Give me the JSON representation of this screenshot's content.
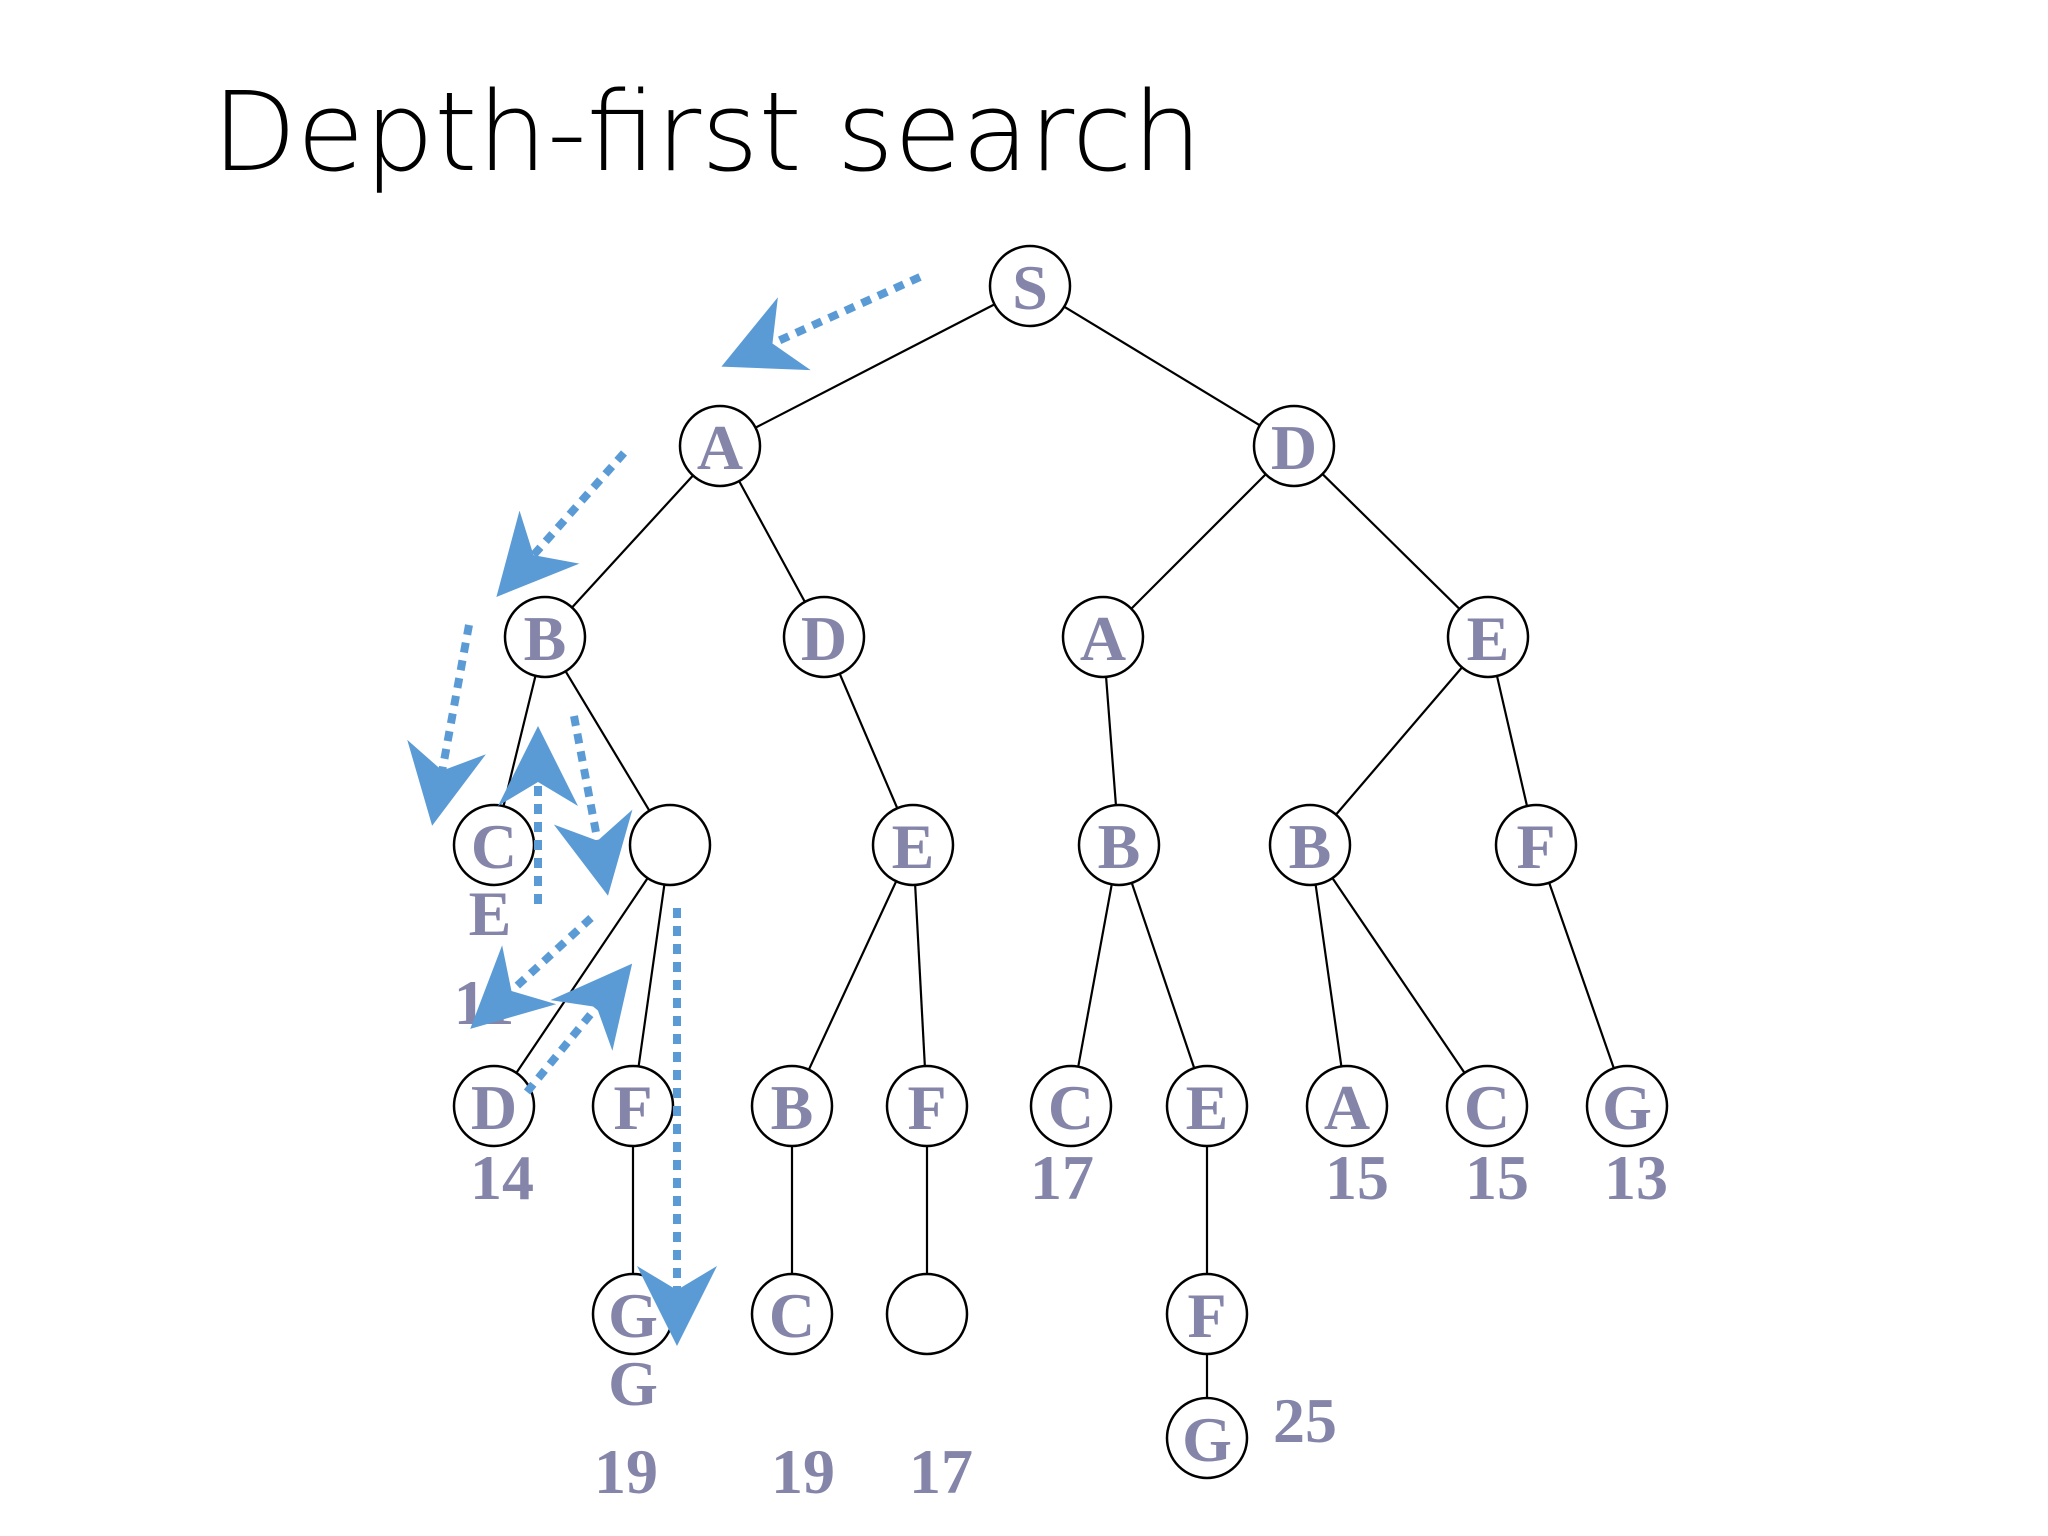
{
  "slide": {
    "title": "Depth-first search"
  },
  "colors": {
    "label": "#8585aa",
    "trace": "#5b9bd5",
    "edge": "#000000"
  },
  "nodes": [
    {
      "id": "S",
      "label": "S"
    },
    {
      "id": "A1",
      "label": "A"
    },
    {
      "id": "D1",
      "label": "D"
    },
    {
      "id": "B1",
      "label": "B"
    },
    {
      "id": "D2",
      "label": "D"
    },
    {
      "id": "A2",
      "label": "A"
    },
    {
      "id": "E1",
      "label": "E"
    },
    {
      "id": "C1",
      "label": "C"
    },
    {
      "id": "X1",
      "label": ""
    },
    {
      "id": "E2",
      "label": "E"
    },
    {
      "id": "B2",
      "label": "B"
    },
    {
      "id": "B3",
      "label": "B"
    },
    {
      "id": "F1",
      "label": "F"
    },
    {
      "id": "D3",
      "label": "D"
    },
    {
      "id": "F2",
      "label": "F"
    },
    {
      "id": "B4",
      "label": "B"
    },
    {
      "id": "F3",
      "label": "F"
    },
    {
      "id": "C2",
      "label": "C"
    },
    {
      "id": "E3",
      "label": "E"
    },
    {
      "id": "A3",
      "label": "A"
    },
    {
      "id": "C3",
      "label": "C"
    },
    {
      "id": "G1",
      "label": "G"
    },
    {
      "id": "G2",
      "label": "G"
    },
    {
      "id": "C4",
      "label": "C"
    },
    {
      "id": "X2",
      "label": ""
    },
    {
      "id": "F4",
      "label": "F"
    },
    {
      "id": "G3",
      "label": "G"
    }
  ],
  "edges": [
    [
      "S",
      "A1"
    ],
    [
      "S",
      "D1"
    ],
    [
      "A1",
      "B1"
    ],
    [
      "A1",
      "D2"
    ],
    [
      "D1",
      "A2"
    ],
    [
      "D1",
      "E1"
    ],
    [
      "B1",
      "C1"
    ],
    [
      "B1",
      "X1"
    ],
    [
      "D2",
      "E2"
    ],
    [
      "A2",
      "B2"
    ],
    [
      "E1",
      "B3"
    ],
    [
      "E1",
      "F1"
    ],
    [
      "X1",
      "D3"
    ],
    [
      "X1",
      "F2"
    ],
    [
      "E2",
      "B4"
    ],
    [
      "E2",
      "F3"
    ],
    [
      "B2",
      "C2"
    ],
    [
      "B2",
      "E3"
    ],
    [
      "B3",
      "A3"
    ],
    [
      "B3",
      "C3"
    ],
    [
      "F1",
      "G1"
    ],
    [
      "F2",
      "G2"
    ],
    [
      "B4",
      "C4"
    ],
    [
      "F3",
      "X2"
    ],
    [
      "E3",
      "F4"
    ],
    [
      "F4",
      "G3"
    ]
  ],
  "costs": [
    {
      "id": "cost-e",
      "text": "E"
    },
    {
      "id": "cost-11",
      "text": "11"
    },
    {
      "id": "cost-14",
      "text": "14"
    },
    {
      "id": "cost-17a",
      "text": "17"
    },
    {
      "id": "cost-15a",
      "text": "15"
    },
    {
      "id": "cost-15b",
      "text": "15"
    },
    {
      "id": "cost-13",
      "text": "13"
    },
    {
      "id": "cost-g",
      "text": "G"
    },
    {
      "id": "cost-25",
      "text": "25"
    },
    {
      "id": "cost-19a",
      "text": "19"
    },
    {
      "id": "cost-19b",
      "text": "19"
    },
    {
      "id": "cost-17b",
      "text": "17"
    }
  ],
  "trace_arrow_count": 8
}
